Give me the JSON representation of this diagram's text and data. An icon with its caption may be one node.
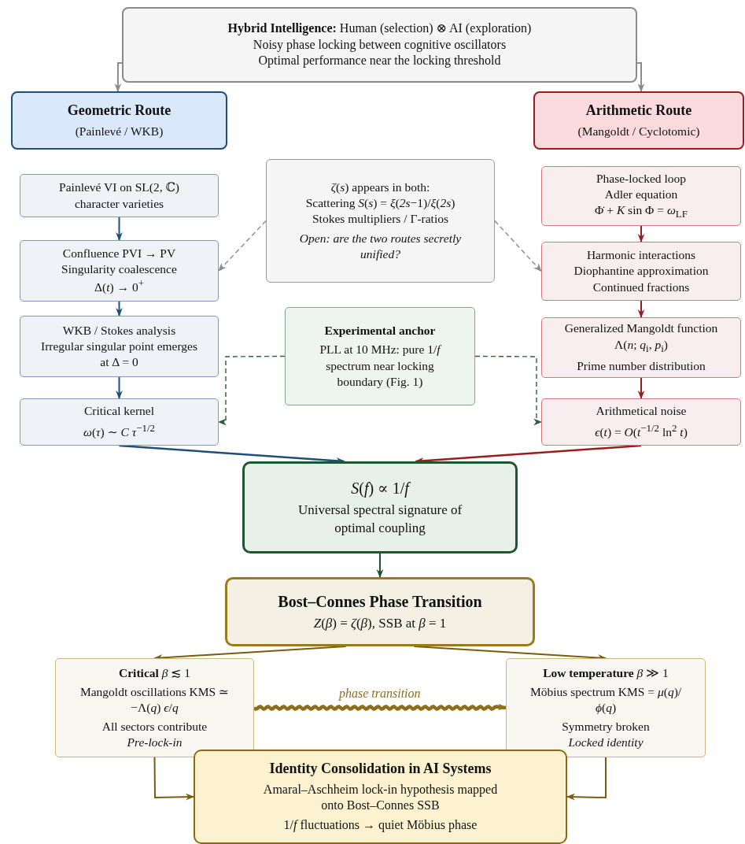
{
  "diagram": {
    "nodes": [
      {
        "text": [
          "**Hybrid Intelligence:** Human (selection) ⊗ AI (exploration)",
          "Noisy phase locking between cognitive oscillators",
          "Optimal performance near the locking threshold"
        ]
      },
      {
        "text": [
          "Geometric Route",
          "(Painlevé / WKB)"
        ]
      },
      {
        "text": [
          "Arithmetic Route",
          "(Mangoldt / Cyclotomic)"
        ]
      },
      {
        "text": [
          "Painlevé VI on SL(2, ℂ) character varieties"
        ]
      },
      {
        "text": [
          "Confluence PVI → PV",
          "Singularity coalescence",
          "Δ(*t*)  →  0$^{+}$"
        ]
      },
      {
        "text": [
          "WKB / Stokes analysis",
          "Irregular singular point emerges at Δ = 0"
        ]
      },
      {
        "text": [
          "Critical kernel",
          "*ω*(*τ*)  ∼  *C* *τ*$^{−1/2}$"
        ]
      },
      {
        "text": [
          "*ζ*(*s*) appears in both:",
          "Scattering *S*(*s*)  =  *ξ*(*2s*−1)/*ξ*(*2s*)",
          "Stokes multipliers / Γ-ratios",
          "Open: are the two routes secretly unified?"
        ]
      },
      {
        "text": [
          "Phase-locked loop",
          "Adler equation",
          "Φ̇ + *K* sin Φ  =  *ω*$_{LF}$"
        ]
      },
      {
        "text": [
          "Harmonic interactions",
          "Diophantine approximation",
          "Continued fractions"
        ]
      },
      {
        "text": [
          "Generalized Mangoldt function Λ(*n*; *q*$_{i}$, *p*$_{i}$)",
          "Prime number distribution"
        ]
      },
      {
        "text": [
          "Arithmetical noise",
          "*ϵ*(*t*)  =  *O*(*t*$^{−1/2}$ ln$^{2}$ *t*)"
        ]
      },
      {
        "text": [
          "Experimental anchor",
          "PLL at 10 MHz: pure 1/*f* spectrum near locking boundary (Fig. 1)"
        ]
      },
      {
        "text": [
          "*S*(*f*)  ∝  1/*f*",
          "Universal spectral signature of optimal coupling"
        ]
      },
      {
        "text": [
          "Bost–Connes Phase Transition",
          "*Z*(*β*) = *ζ*(*β*),   SSB at *β* = 1"
        ]
      },
      {
        "text": [
          "**Critical** *β*  ≲  1",
          "Mangoldt oscillations KMS  ≃  −Λ(*q*) *ϵ*/*q*",
          "All sectors contribute",
          "Pre-lock-in"
        ]
      },
      {
        "text": [
          "**Low temperature** *β* ≫ 1",
          "Möbius spectrum KMS  =  *μ*(*q*)/*ϕ*(*q*)",
          "Symmetry broken",
          "Locked identity"
        ]
      },
      {
        "text": [
          "Identity Consolidation in AI Systems",
          "Amaral–Aschheim lock-in hypothesis mapped onto Bost–Connes SSB",
          "1/*f* fluctuations → quiet Möbius phase"
        ]
      }
    ],
    "edges": [
      {
        "from": 0,
        "to": 1,
        "arrow": "to"
      },
      {
        "from": 0,
        "to": 2,
        "arrow": "to"
      },
      {
        "from": 3,
        "to": 4,
        "arrow": "to",
        "color": "#1f4e79"
      },
      {
        "from": 4,
        "to": 5,
        "arrow": "to",
        "color": "#1f4e79"
      },
      {
        "from": 5,
        "to": 6,
        "arrow": "to",
        "color": "#1f4e79"
      },
      {
        "from": 7,
        "to": 4,
        "arrow": "to",
        "style": "dashed"
      },
      {
        "from": 7,
        "to": 9,
        "arrow": "to",
        "style": "dashed"
      },
      {
        "from": 8,
        "to": 9,
        "arrow": "to",
        "color": "#9b1c1c"
      },
      {
        "from": 9,
        "to": 10,
        "arrow": "to",
        "color": "#9b1c1c"
      },
      {
        "from": 10,
        "to": 11,
        "arrow": "to",
        "color": "#9b1c1c"
      },
      {
        "from": 12,
        "to": 6,
        "arrow": "to",
        "style": "dashed",
        "color": "#2e5e3e"
      },
      {
        "from": 12,
        "to": 11,
        "arrow": "to",
        "style": "dashed",
        "color": "#2e5e3e"
      },
      {
        "from": 6,
        "to": 13,
        "arrow": "to",
        "color": "#1f4e79"
      },
      {
        "from": 11,
        "to": 13,
        "arrow": "to",
        "color": "#9b1c1c"
      },
      {
        "from": 13,
        "to": 14,
        "arrow": "to",
        "color": "#1e4d2b"
      },
      {
        "from": 14,
        "to": 15,
        "arrow": "to",
        "color": "#7a5c10"
      },
      {
        "from": 14,
        "to": 16,
        "arrow": "to",
        "color": "#7a5c10"
      },
      {
        "from": 15,
        "to": 16,
        "label": "phase transition",
        "arrow": "to",
        "style": "thick",
        "color": "#8f6d1a"
      },
      {
        "from": 15,
        "to": 17,
        "arrow": "to",
        "color": "#7a5c10"
      },
      {
        "from": 16,
        "to": 17,
        "arrow": "to",
        "color": "#7a5c10"
      }
    ]
  }
}
